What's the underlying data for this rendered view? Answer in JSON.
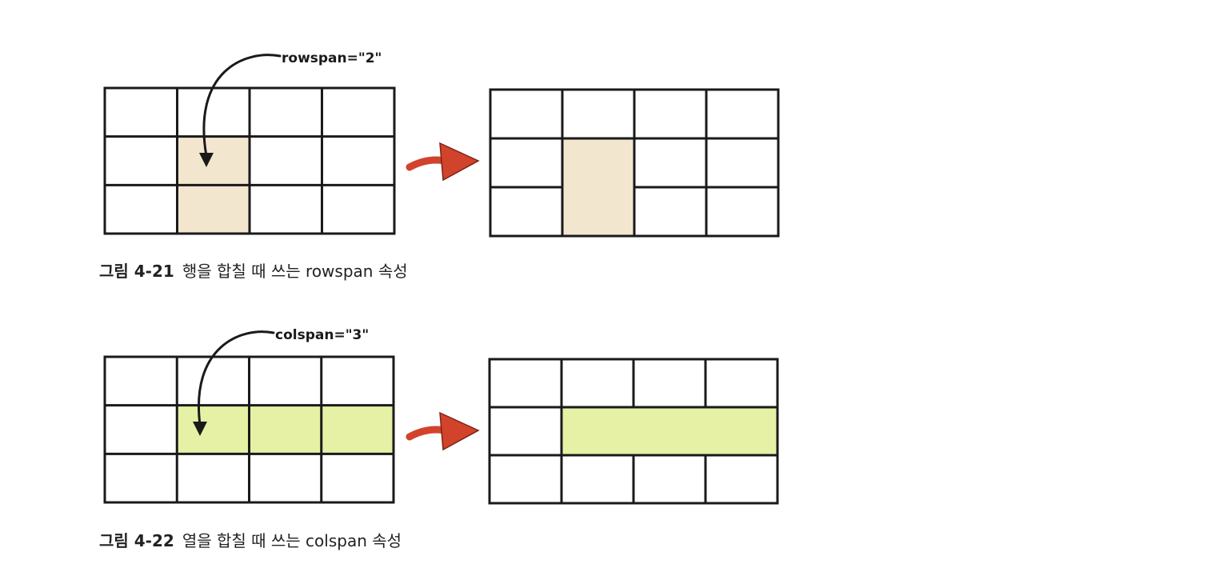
{
  "figures": [
    {
      "annotation": "rowspan=\"2\"",
      "caption_number": "그림 4-21",
      "caption_text": "행을 합칠 때 쓰는 rowspan 속성",
      "highlight_color": "#f3e6cf",
      "before": {
        "rows": 3,
        "cols": 4,
        "highlight_row": 1,
        "highlight_col": 1,
        "rowspan": 2,
        "colspan": 1
      },
      "after": {
        "rows": 3,
        "cols": 4,
        "merge_row": 1,
        "merge_col": 1,
        "rowspan": 2,
        "colspan": 1
      }
    },
    {
      "annotation": "colspan=\"3\"",
      "caption_number": "그림 4-22",
      "caption_text": "열을 합칠 때 쓰는 colspan 속성",
      "highlight_color": "#e6f1a6",
      "before": {
        "rows": 3,
        "cols": 4,
        "highlight_row": 1,
        "highlight_col": 1,
        "rowspan": 1,
        "colspan": 3
      },
      "after": {
        "rows": 3,
        "cols": 4,
        "merge_row": 1,
        "merge_col": 1,
        "rowspan": 1,
        "colspan": 3
      }
    }
  ],
  "colors": {
    "grid_line": "#1a1a1a",
    "transition_arrow": "#d2432c",
    "pointer_arrow": "#1a1a1a"
  },
  "icons": {
    "transition": "red-curved-arrow-icon",
    "pointer": "curved-pointer-arrow-icon"
  }
}
